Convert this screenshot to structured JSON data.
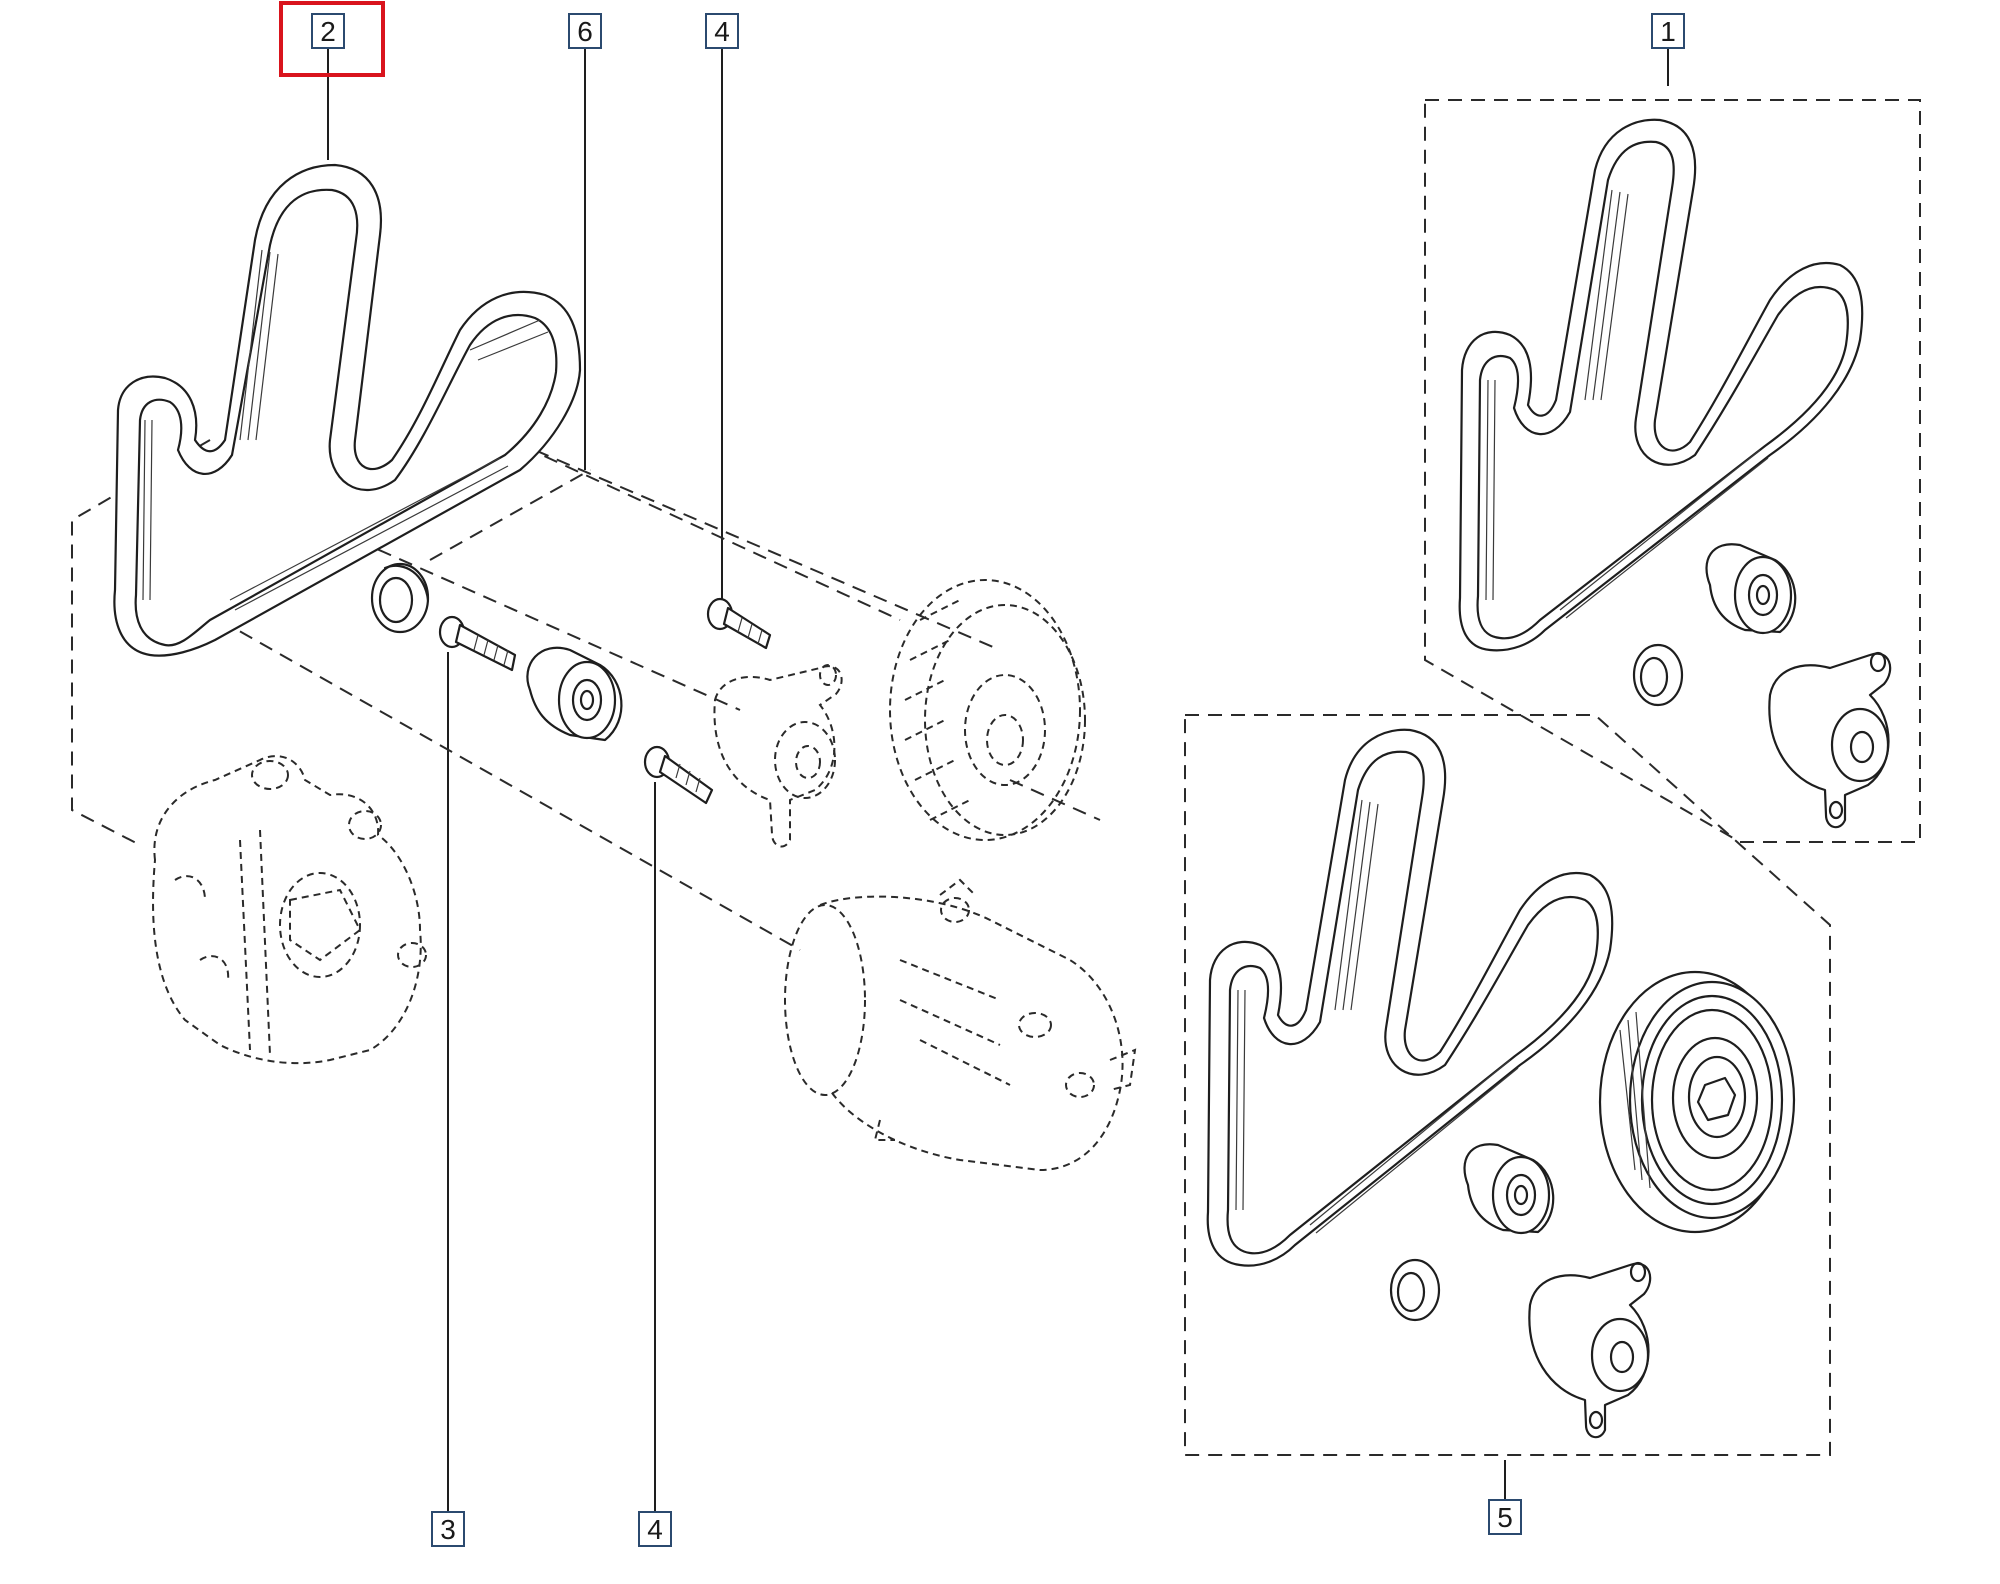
{
  "diagram": {
    "callouts": [
      {
        "id": "c2-top",
        "label": "2",
        "highlighted": true
      },
      {
        "id": "c6-top",
        "label": "6",
        "highlighted": false
      },
      {
        "id": "c4-top",
        "label": "4",
        "highlighted": false
      },
      {
        "id": "c1-top",
        "label": "1",
        "highlighted": false
      },
      {
        "id": "c3-bottom",
        "label": "3",
        "highlighted": false
      },
      {
        "id": "c4-bottom",
        "label": "4",
        "highlighted": false
      },
      {
        "id": "c5-bottom",
        "label": "5",
        "highlighted": false
      }
    ],
    "colors": {
      "highlight": "#d9141d",
      "callout_border": "#2b4a6f",
      "ink": "#1e1e1e",
      "background": "#ffffff"
    }
  }
}
